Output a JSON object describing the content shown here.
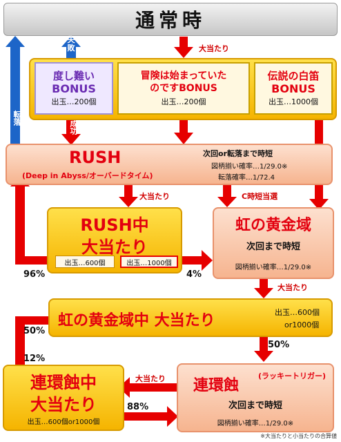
{
  "header": {
    "title": "通常時"
  },
  "labels": {
    "jackpot": "大当たり",
    "fail": "失敗",
    "success": "成功",
    "tenraku": "転落",
    "c_jitan": "C時短当選"
  },
  "bonuses": [
    {
      "title_line1": "度し難い",
      "title_line2": "BONUS",
      "payout": "出玉…200個"
    },
    {
      "title_line1": "冒険は始まっていた",
      "title_line2": "のですBONUS",
      "payout": "出玉…200個"
    },
    {
      "title_line1": "伝説の白笛",
      "title_line2": "BONUS",
      "payout": "出玉…1000個"
    }
  ],
  "rush": {
    "title": "RUSH",
    "subtitle": "(Deep in Abyss/オーバードタイム)",
    "note": "次回or転落まで時短",
    "prob1": "図柄揃い確率…1/29.0※",
    "prob2": "転落確率…1/72.4"
  },
  "rush_hit": {
    "line1": "RUSH中",
    "line2": "大当たり",
    "payout_a": "出玉…600個",
    "payout_b": "出玉…1000個",
    "pct_left": "96%",
    "pct_right": "4%"
  },
  "rainbow": {
    "title": "虹の黄金域",
    "note": "次回まで時短",
    "prob": "図柄揃い確率…1/29.0※"
  },
  "rainbow_hit": {
    "title": "虹の黄金域中 大当たり",
    "payout_line1": "出玉…600個",
    "payout_line2": "or1000個",
    "pct_left": "50%",
    "pct_down": "50%"
  },
  "renkan": {
    "title": "連環蝕",
    "tag": "(ラッキートリガー)",
    "note": "次回まで時短",
    "prob": "図柄揃い確率…1/29.0※"
  },
  "renkan_hit": {
    "line1": "連環蝕中",
    "line2": "大当たり",
    "payout": "出玉…600個or1000個",
    "pct_up": "12%",
    "pct_right": "88%"
  },
  "footnote": "※大当たりと小当たりの合算値",
  "colors": {
    "red": "#e60000",
    "blue": "#1d65c8",
    "gold": "#f5b400",
    "peach": "#f6b48f"
  }
}
